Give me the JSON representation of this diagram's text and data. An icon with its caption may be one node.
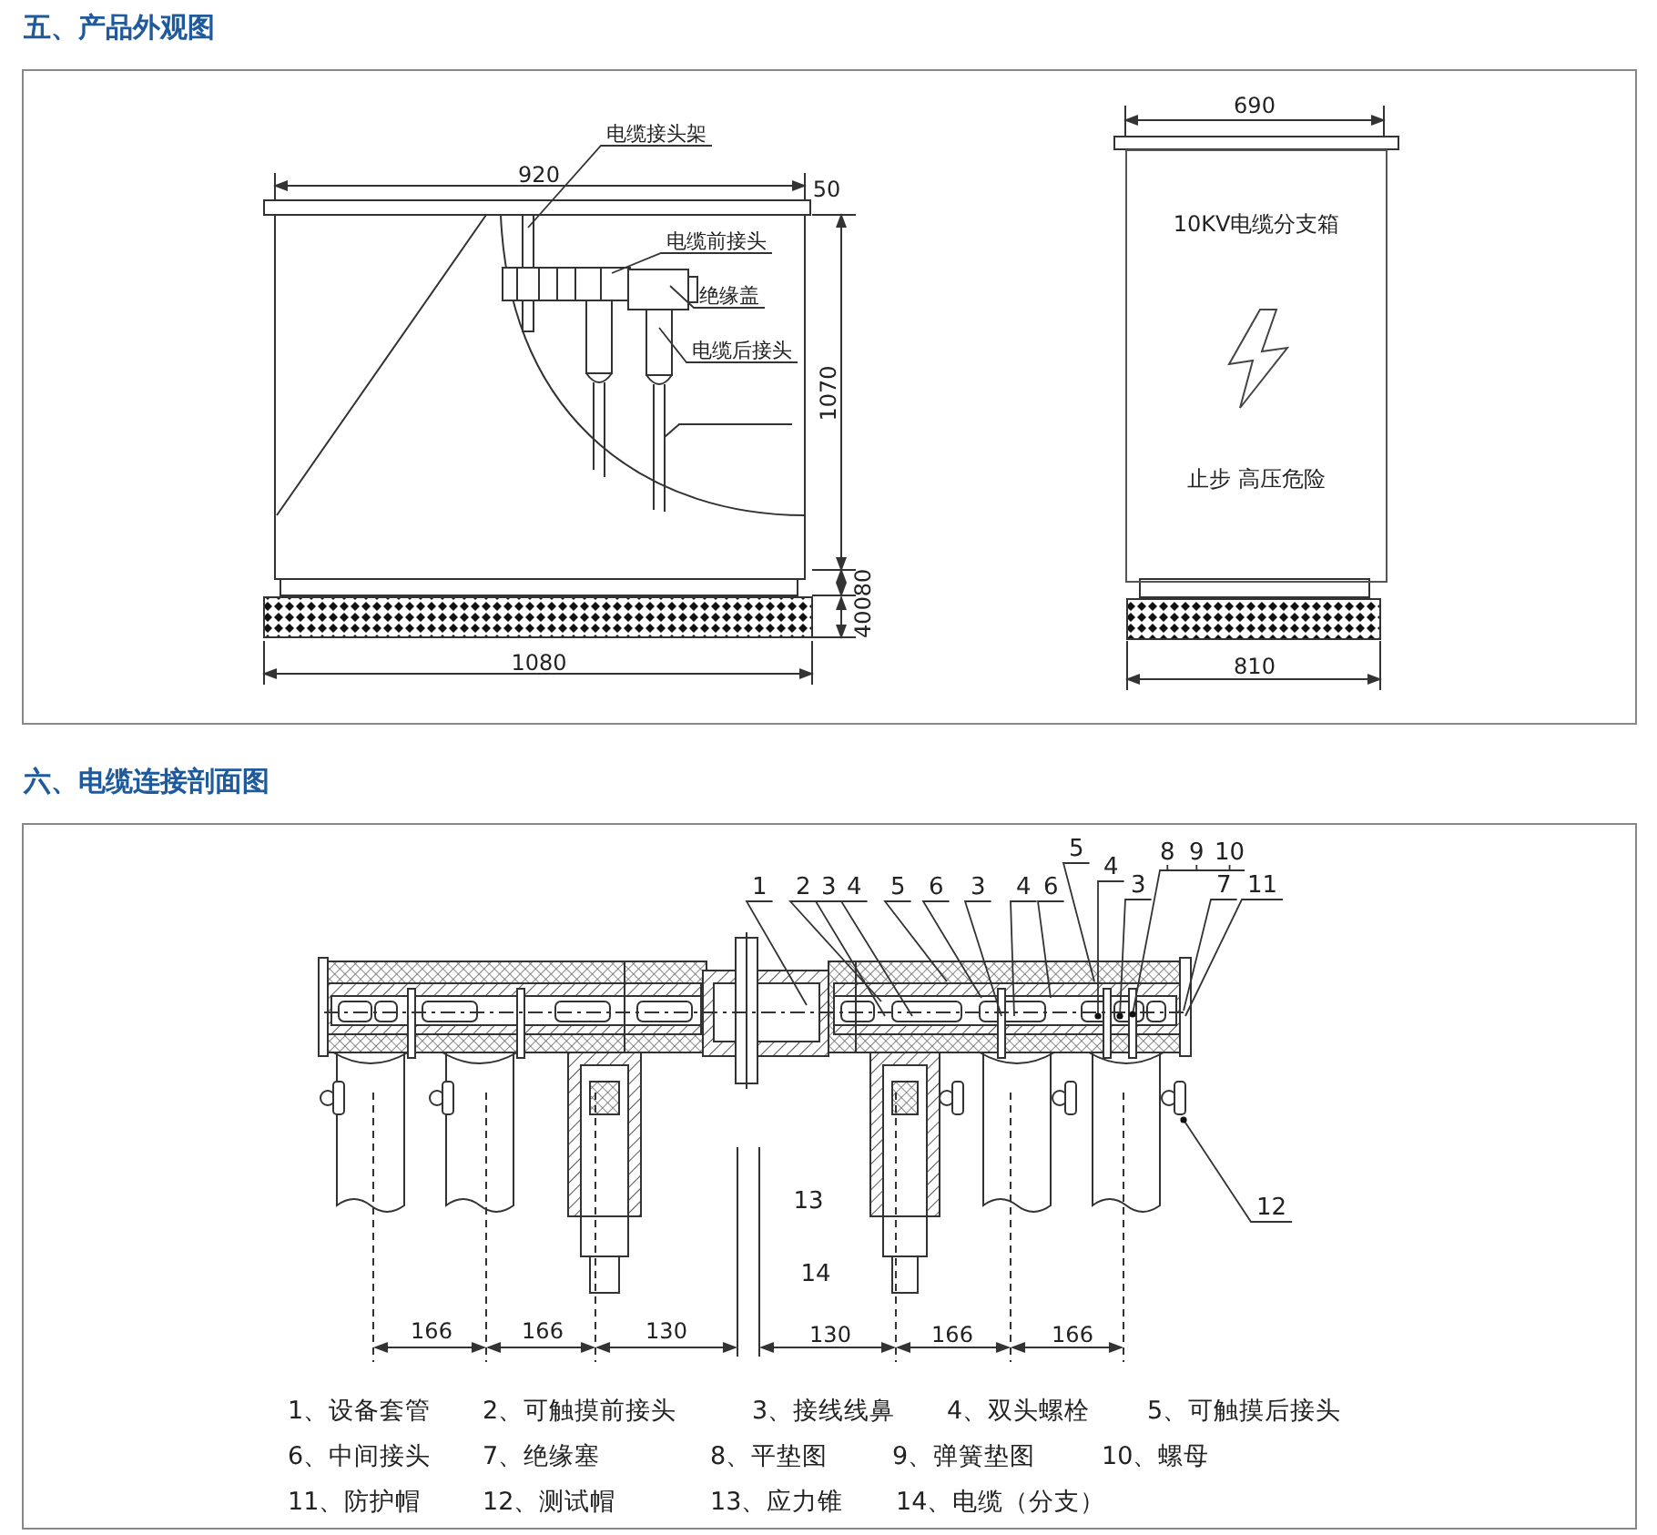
{
  "diagram": {
    "nodes": [
      {
        "text": [
          "五、产品外观图"
        ]
      },
      {
        "text": [
          "电缆接头架"
        ],
        "in": 0
      },
      {
        "text": [
          "电缆前接头"
        ],
        "in": 0
      },
      {
        "text": [
          "绝缘盖"
        ],
        "in": 0
      },
      {
        "text": [
          "电缆后接头"
        ],
        "in": 0
      },
      {
        "text": [
          "10KV电缆分支箱",
          "止步 高压危险"
        ],
        "in": 0
      },
      {
        "text": [
          "六、电缆连接剖面图"
        ]
      },
      {
        "text": [
          "1"
        ],
        "in": 6
      },
      {
        "text": [
          "2"
        ],
        "in": 6
      },
      {
        "text": [
          "3"
        ],
        "in": 6
      },
      {
        "text": [
          "4"
        ],
        "in": 6
      },
      {
        "text": [
          "5"
        ],
        "in": 6
      },
      {
        "text": [
          "6"
        ],
        "in": 6
      },
      {
        "text": [
          "3"
        ],
        "in": 6
      },
      {
        "text": [
          "4"
        ],
        "in": 6
      },
      {
        "text": [
          "6"
        ],
        "in": 6
      },
      {
        "text": [
          "5"
        ],
        "in": 6
      },
      {
        "text": [
          "4"
        ],
        "in": 6
      },
      {
        "text": [
          "3"
        ],
        "in": 6
      },
      {
        "text": [
          "8"
        ],
        "in": 6
      },
      {
        "text": [
          "9"
        ],
        "in": 6
      },
      {
        "text": [
          "10"
        ],
        "in": 6
      },
      {
        "text": [
          "7"
        ],
        "in": 6
      },
      {
        "text": [
          "11"
        ],
        "in": 6
      },
      {
        "text": [
          "12"
        ],
        "in": 6
      }
    ],
    "edges": [
      {
        "from": 1,
        "to": null,
        "arrow": "none"
      },
      {
        "from": 2,
        "to": null,
        "arrow": "none"
      },
      {
        "from": 3,
        "to": null,
        "arrow": "none"
      },
      {
        "from": 4,
        "to": null,
        "arrow": "none"
      },
      {
        "from": 7,
        "to": null,
        "arrow": "none"
      },
      {
        "from": 8,
        "to": null,
        "arrow": "none"
      },
      {
        "from": 9,
        "to": null,
        "arrow": "none"
      },
      {
        "from": 10,
        "to": null,
        "arrow": "none"
      },
      {
        "from": 11,
        "to": null,
        "arrow": "none"
      },
      {
        "from": 12,
        "to": null,
        "arrow": "none"
      },
      {
        "from": 13,
        "to": null,
        "arrow": "none"
      },
      {
        "from": 14,
        "to": null,
        "arrow": "none"
      },
      {
        "from": 15,
        "to": null,
        "arrow": "none"
      },
      {
        "from": 16,
        "to": null,
        "arrow": "none"
      },
      {
        "from": 17,
        "to": null,
        "arrow": "other"
      },
      {
        "from": 18,
        "to": null,
        "arrow": "other"
      },
      {
        "from": 19,
        "to": null,
        "arrow": "other"
      },
      {
        "from": 20,
        "to": null,
        "arrow": "other"
      },
      {
        "from": 21,
        "to": null,
        "arrow": "other"
      },
      {
        "from": 22,
        "to": null,
        "arrow": "none"
      },
      {
        "from": 23,
        "to": null,
        "arrow": "none"
      },
      {
        "from": 24,
        "to": null,
        "arrow": "other"
      }
    ],
    "labels": [
      "920",
      "50",
      "690",
      "1070",
      "400",
      "80",
      "1080",
      "810",
      "13",
      "14",
      "166",
      "166",
      "130",
      "130",
      "166",
      "166",
      "1、设备套管",
      "2、可触摸前接头",
      "3、接线线鼻",
      "4、双头螺栓",
      "5、可触摸后接头",
      "6、中间接头",
      "7、绝缘塞",
      "8、平垫图",
      "9、弹簧垫图",
      "10、螺母",
      "11、防护帽",
      "12、测试帽",
      "13、应力锥",
      "14、电缆（分支）"
    ]
  }
}
